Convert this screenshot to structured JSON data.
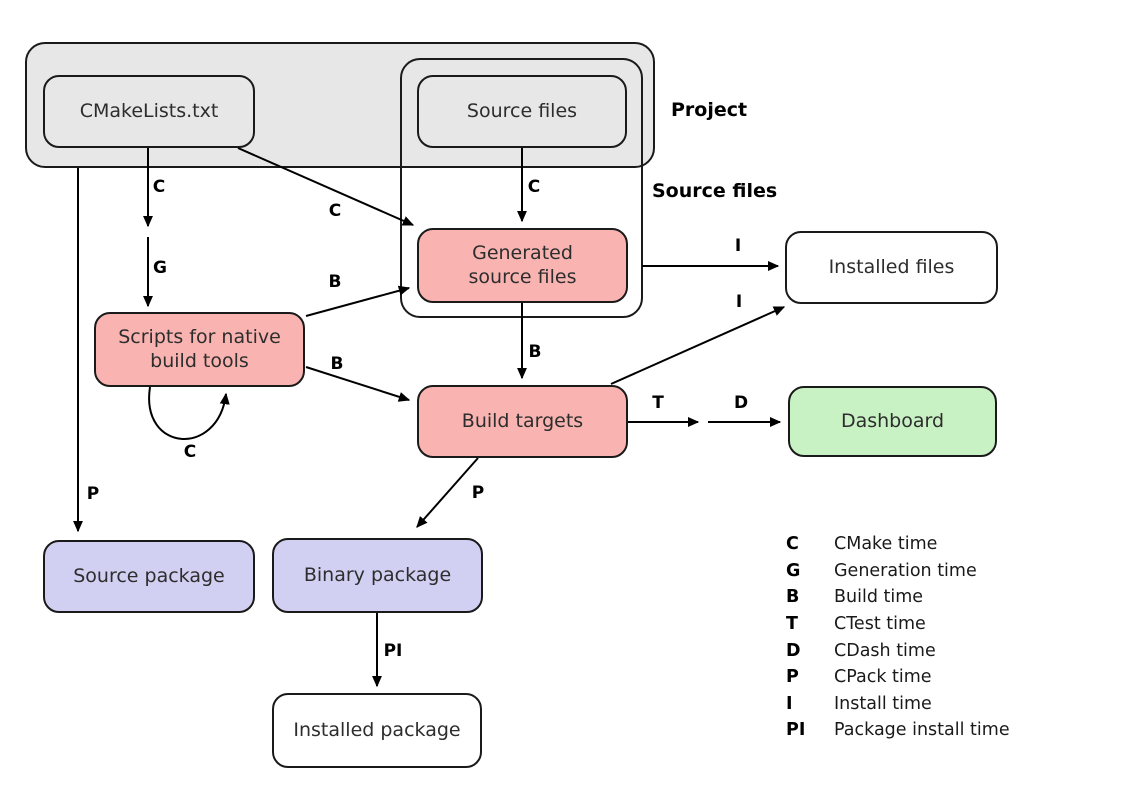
{
  "diagram": {
    "group_labels": {
      "project": "Project",
      "source_files": "Source files"
    },
    "nodes": {
      "cmakelists": "CMakeLists.txt",
      "source_files": "Source files",
      "generated_line1": "Generated",
      "generated_line2": "source files",
      "installed_files": "Installed files",
      "scripts_line1": "Scripts for native",
      "scripts_line2": "build tools",
      "build_targets": "Build targets",
      "dashboard": "Dashboard",
      "source_package": "Source package",
      "binary_package": "Binary package",
      "installed_package": "Installed package"
    },
    "edge_labels": {
      "cmake_c1": "C",
      "generation_g": "G",
      "cmake_c_diagonal": "C",
      "cmake_c2": "C",
      "build_b1": "B",
      "build_b2": "B",
      "build_b3": "B",
      "install_i1": "I",
      "install_i2": "I",
      "ctest_t": "T",
      "cdash_d": "D",
      "cpack_p_left": "P",
      "cpack_p_diag": "P",
      "package_install_pi": "PI",
      "cmake_c_loop": "C"
    },
    "legend": {
      "items": [
        {
          "key": "C",
          "label": "CMake time"
        },
        {
          "key": "G",
          "label": "Generation time"
        },
        {
          "key": "B",
          "label": "Build time"
        },
        {
          "key": "T",
          "label": "CTest time"
        },
        {
          "key": "D",
          "label": "CDash time"
        },
        {
          "key": "P",
          "label": "CPack time"
        },
        {
          "key": "I",
          "label": "Install time"
        },
        {
          "key": "PI",
          "label": "Package install time"
        }
      ]
    },
    "colors": {
      "container_fill": "#e7e7e7",
      "process_fill": "#f9b4b1",
      "package_fill": "#d2d0f2",
      "dashboard_fill": "#c9f2c4",
      "plain_fill": "#ffffff",
      "border_color": "#1a1a1a"
    }
  }
}
